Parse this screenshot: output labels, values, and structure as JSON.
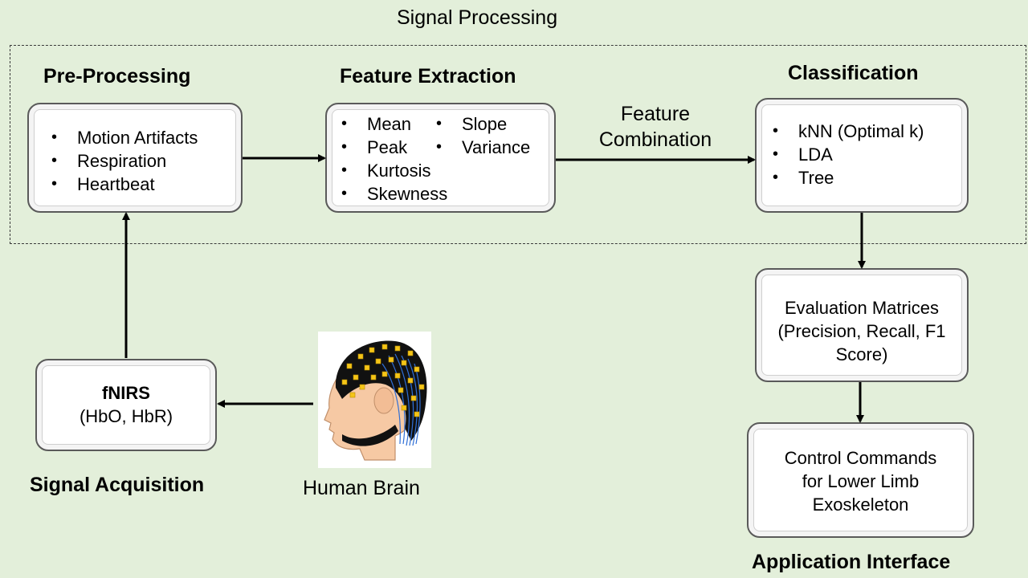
{
  "signal_processing": {
    "title": "Signal Processing"
  },
  "preprocessing": {
    "heading": "Pre-Processing",
    "items": [
      "Motion Artifacts",
      "Respiration",
      "Heartbeat"
    ]
  },
  "feature_extraction": {
    "heading": "Feature Extraction",
    "items_left": [
      "Mean",
      "Peak",
      "Kurtosis",
      "Skewness"
    ],
    "items_right": [
      "Slope",
      "Variance"
    ]
  },
  "feature_combination": {
    "line1": "Feature",
    "line2": "Combination"
  },
  "classification": {
    "heading": "Classification",
    "items": [
      "kNN (Optimal k)",
      "LDA",
      "Tree"
    ]
  },
  "evaluation": {
    "line1": "Evaluation Matrices",
    "line2": "(Precision, Recall, F1",
    "line3": "Score)"
  },
  "control": {
    "line1": "Control Commands",
    "line2": "for Lower Limb",
    "line3": "Exoskeleton"
  },
  "application": {
    "heading": "Application Interface"
  },
  "fnirs": {
    "title": "fNIRS",
    "subtitle": "(HbO, HbR)"
  },
  "signal_acquisition": {
    "heading": "Signal Acquisition"
  },
  "human_brain": {
    "label": "Human Brain"
  },
  "colors": {
    "background": "#e3efda",
    "box": "#ffffff",
    "border": "#5a5a5a",
    "arrow": "#000000"
  }
}
